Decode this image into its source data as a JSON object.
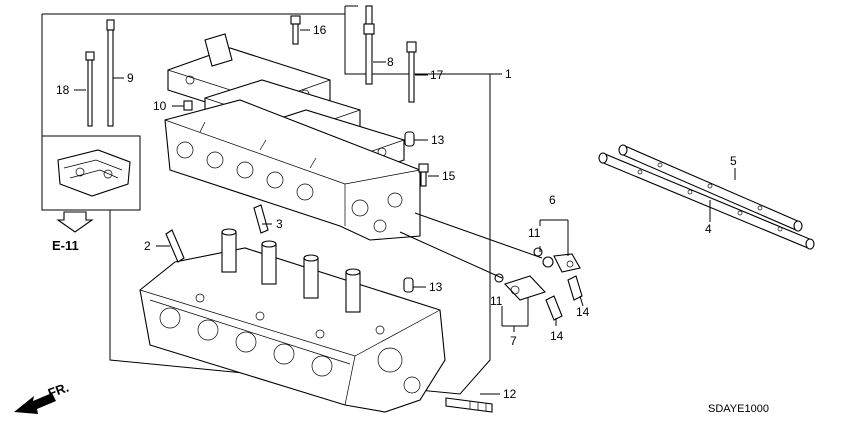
{
  "callouts": {
    "c1": "1",
    "c2": "2",
    "c3": "3",
    "c4": "4",
    "c5": "5",
    "c6": "6",
    "c7": "7",
    "c8": "8",
    "c9": "9",
    "c10": "10",
    "c11a": "11",
    "c11b": "11",
    "c12": "12",
    "c13a": "13",
    "c13b": "13",
    "c14a": "14",
    "c14b": "14",
    "c15": "15",
    "c16": "16",
    "c17": "17",
    "c18": "18"
  },
  "reference": "E-11",
  "front_marker": "FR.",
  "diagram_code": "SDAYE1000"
}
